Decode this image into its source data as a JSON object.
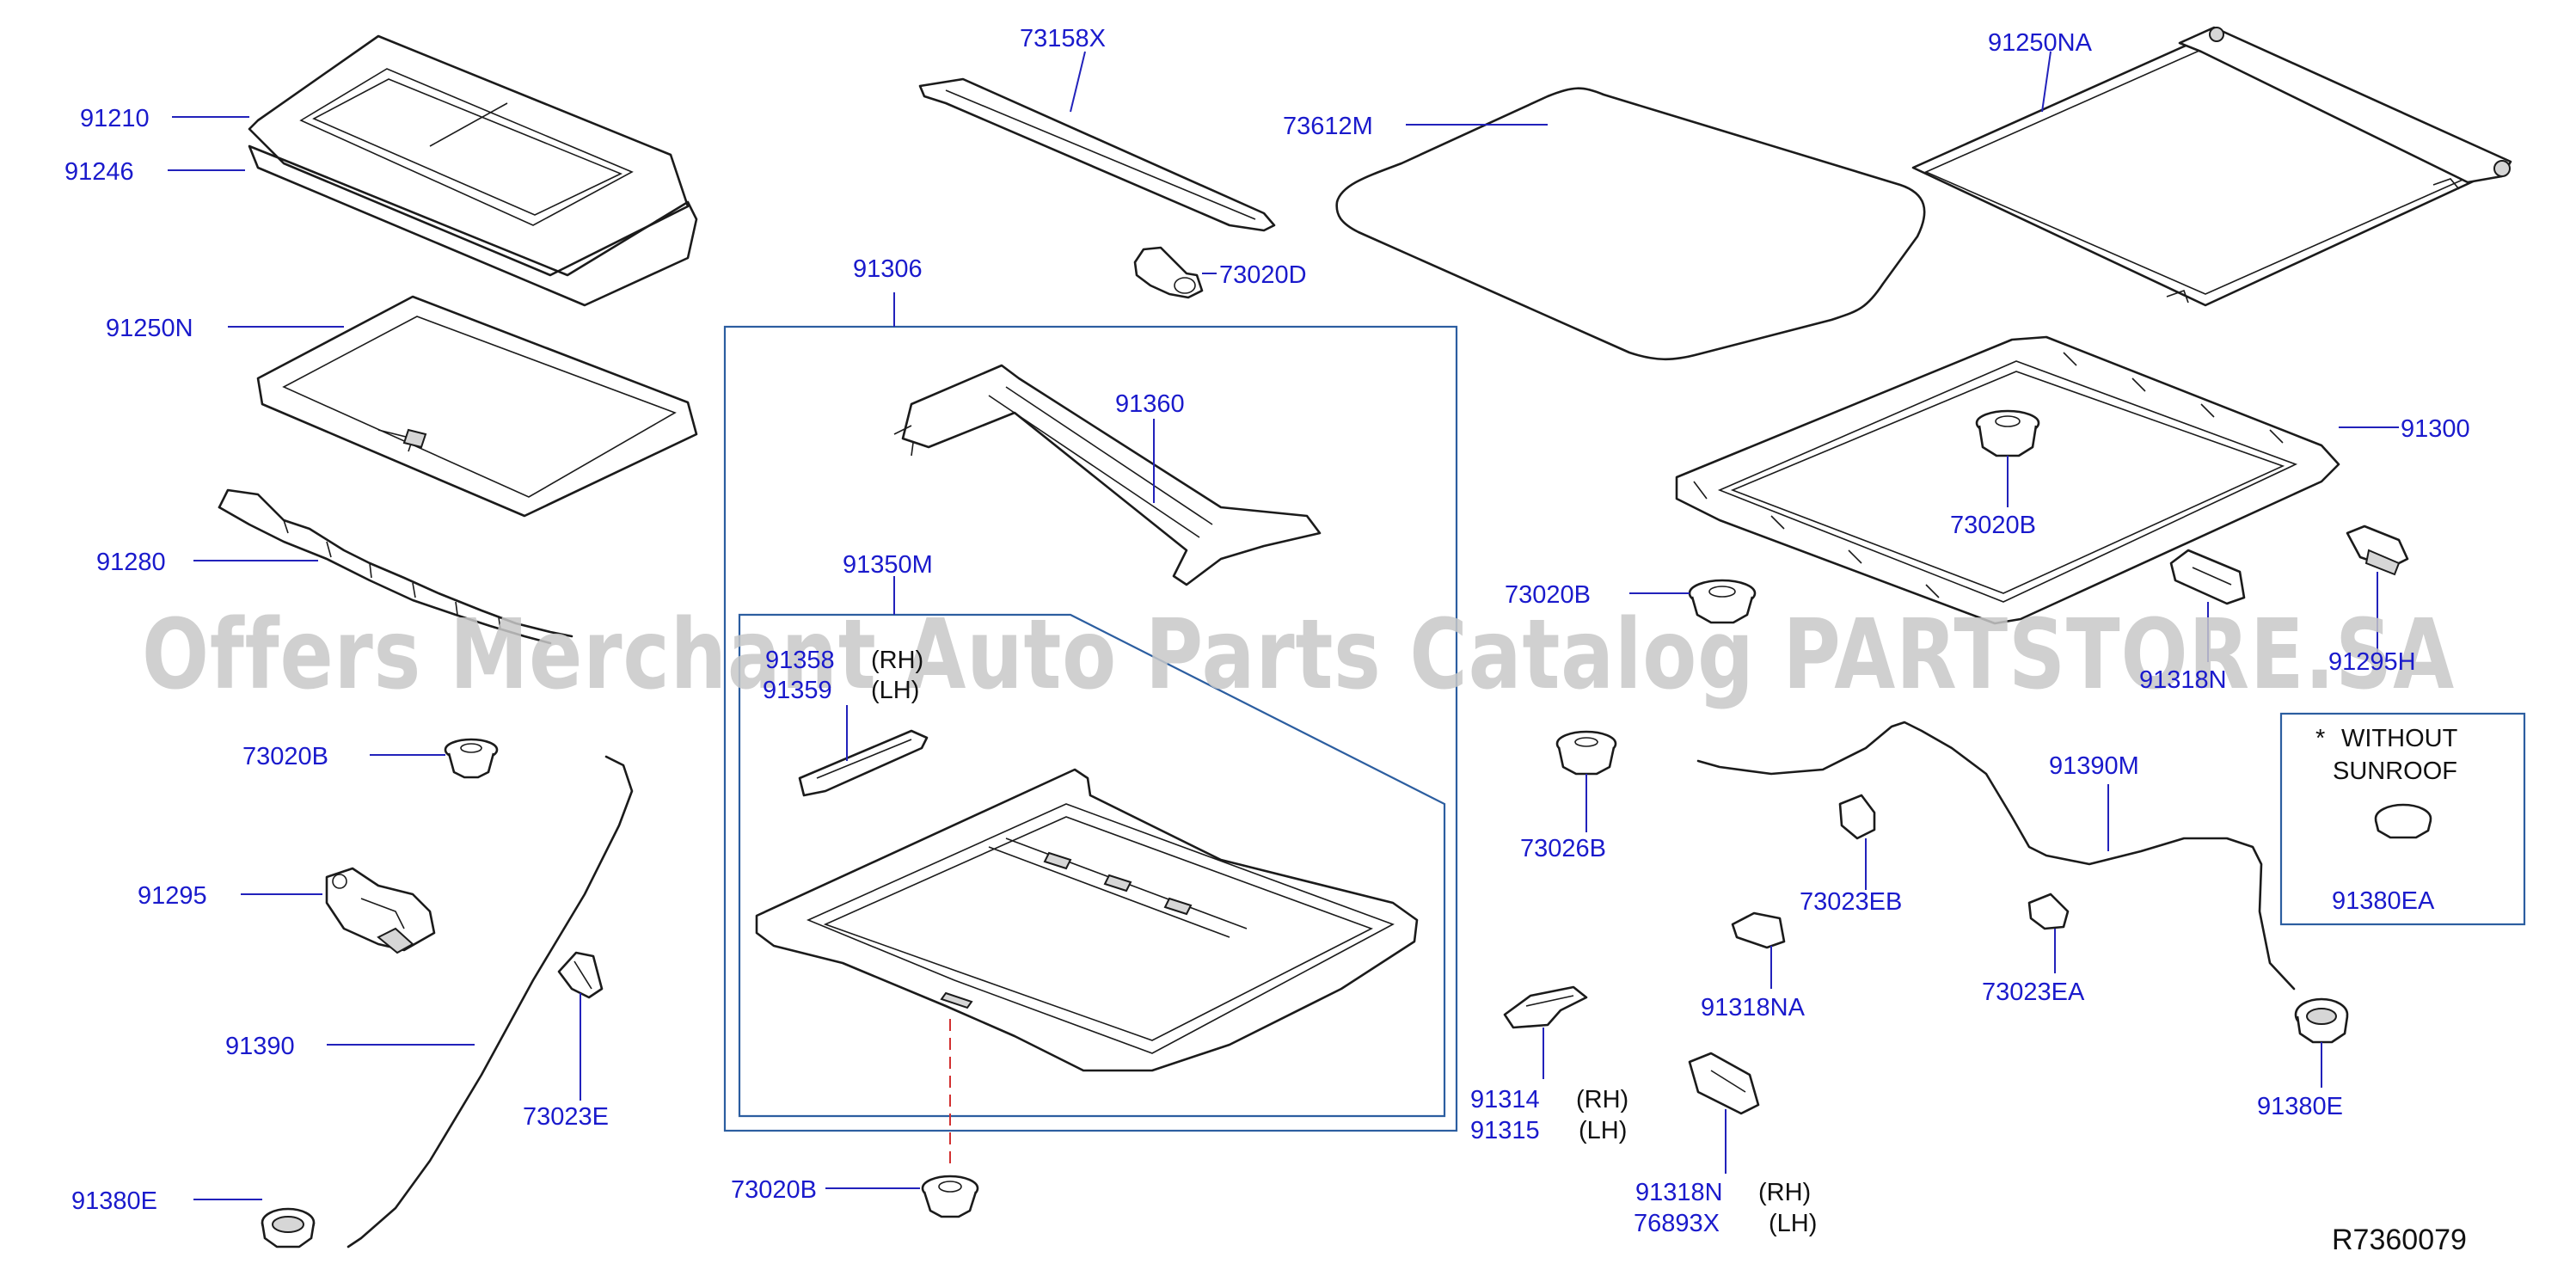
{
  "diagram": {
    "watermark": "Offers Merchant Auto Parts Catalog PARTSTORE.SA",
    "reference": "R7360079",
    "labels": {
      "p91210": "91210",
      "p91246": "91246",
      "p91250N": "91250N",
      "p91280": "91280",
      "p73020B_left": "73020B",
      "p91295": "91295",
      "p91390": "91390",
      "p73023E": "73023E",
      "p91380E_left": "91380E",
      "p73158X": "73158X",
      "p73020D": "73020D",
      "p91306": "91306",
      "p91360": "91360",
      "p91350M": "91350M",
      "p91358": "91358",
      "p91358_side": "(RH)",
      "p91359": "91359",
      "p91359_side": "(LH)",
      "p73020B_bottom": "73020B",
      "p73612M": "73612M",
      "p91250NA": "91250NA",
      "p91300": "91300",
      "p73020B_frame": "73020B",
      "p73020B_mid": "73020B",
      "p73026B": "73026B",
      "p91318N_upper": "91318N",
      "p91295H": "91295H",
      "p91390M": "91390M",
      "p73023EB": "73023EB",
      "p91318NA": "91318NA",
      "p73023EA": "73023EA",
      "p91314": "91314",
      "p91314_side": "(RH)",
      "p91315": "91315",
      "p91315_side": "(LH)",
      "p91318N_lower": "91318N",
      "p91318N_side": "(RH)",
      "p76893X": "76893X",
      "p76893X_side": "(LH)",
      "p91380E_right": "91380E",
      "note_line1": "WITHOUT",
      "note_line2": "SUNROOF",
      "note_mark": "*",
      "p91380EA": "91380EA"
    }
  }
}
